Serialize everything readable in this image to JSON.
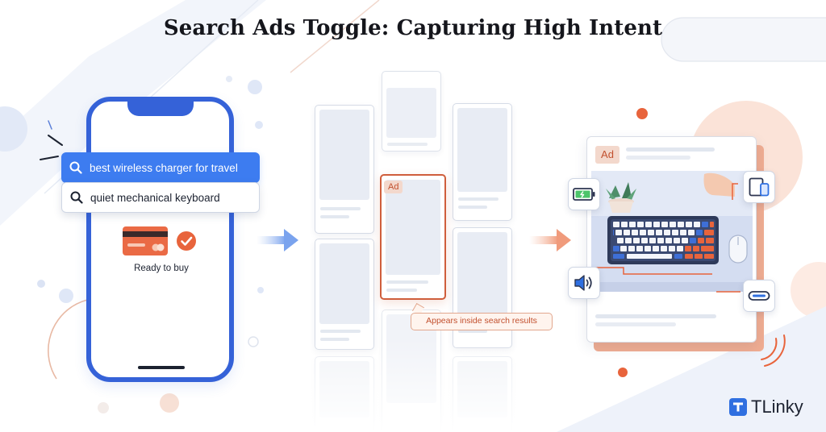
{
  "title": "Search Ads Toggle: Capturing High Intent",
  "phone": {
    "queries": [
      {
        "text": "best wireless charger for travel",
        "state": "active"
      },
      {
        "text": "quiet mechanical keyboard",
        "state": "default"
      }
    ],
    "status_label": "Ready to buy"
  },
  "results": {
    "ad_badge": "Ad",
    "callout": "Appears inside search results"
  },
  "ad_panel": {
    "badge": "Ad",
    "feature_icons": [
      "battery-icon",
      "tablet-phone-icon",
      "speaker-icon",
      "usb-cable-icon"
    ]
  },
  "brand": {
    "name": "TLinky",
    "mark": "T"
  },
  "colors": {
    "primary_blue": "#3562d8",
    "accent_blue": "#3d7cf0",
    "accent_orange": "#cf5e3c",
    "soft_orange": "#f3d8cc",
    "success_orange": "#e8643c"
  }
}
